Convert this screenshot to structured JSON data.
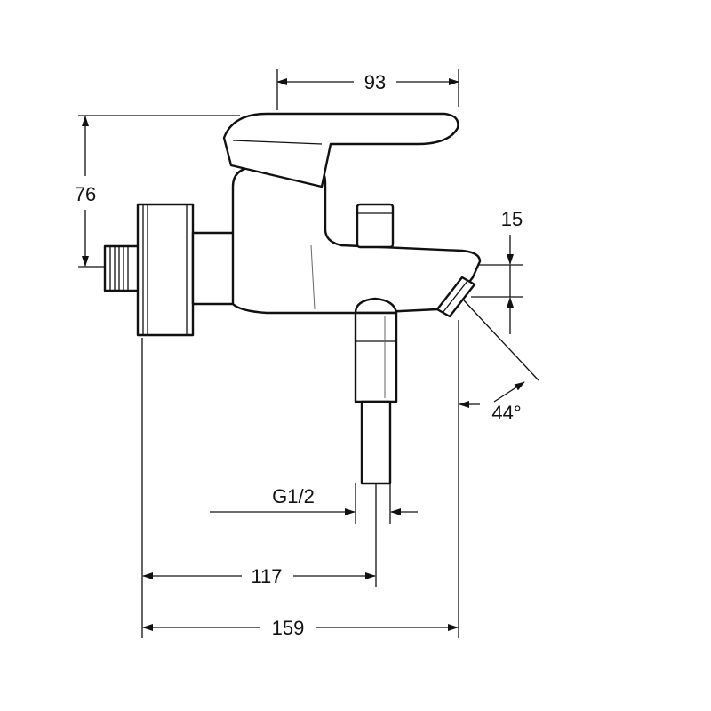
{
  "dimensions": {
    "top_width": "93",
    "height": "76",
    "spout_height": "15",
    "spout_angle": "44°",
    "thread": "G1/2",
    "outlet_offset": "117",
    "overall_depth": "159"
  },
  "colors": {
    "line": "#111111",
    "background": "#ffffff"
  }
}
